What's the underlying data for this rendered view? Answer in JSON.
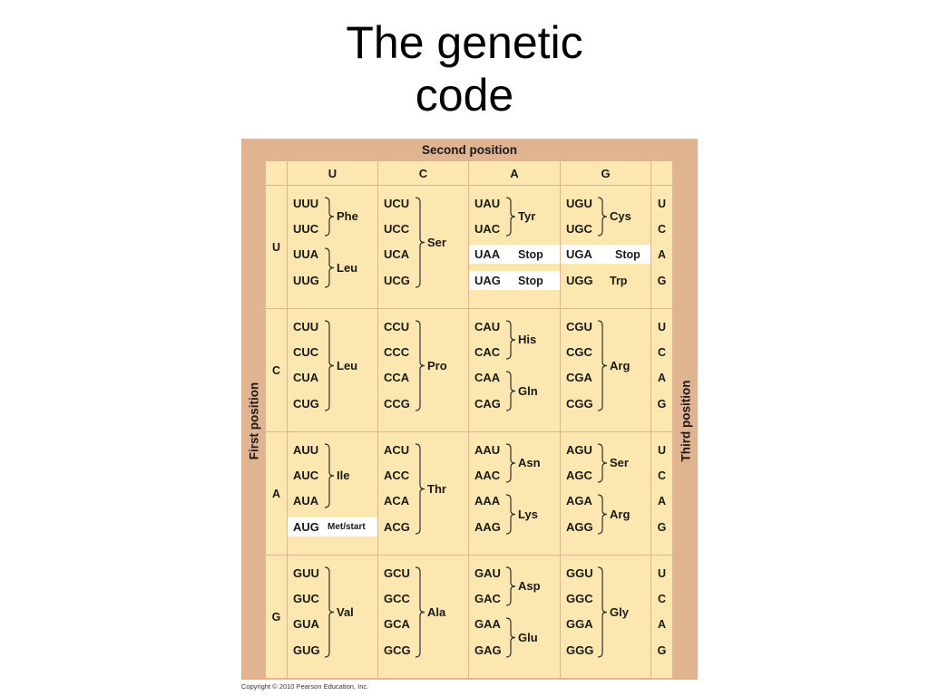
{
  "title": [
    "The genetic",
    "code"
  ],
  "second_position_label": "Second position",
  "first_position_label": "First position",
  "third_position_label": "Third position",
  "bases": [
    "U",
    "C",
    "A",
    "G"
  ],
  "copyright": "Copyright © 2010 Pearson Education, Inc.",
  "blocks": [
    [
      {
        "codons": [
          "UUU",
          "UUC",
          "UUA",
          "UUG"
        ],
        "groups": [
          {
            "rows": [
              0,
              1
            ],
            "aa": "Phe"
          },
          {
            "rows": [
              2,
              3
            ],
            "aa": "Leu"
          }
        ]
      },
      {
        "codons": [
          "UCU",
          "UCC",
          "UCA",
          "UCG"
        ],
        "groups": [
          {
            "rows": [
              0,
              3
            ],
            "aa": "Ser"
          }
        ]
      },
      {
        "codons": [
          "UAU",
          "UAC",
          "UAA",
          "UAG"
        ],
        "groups": [
          {
            "rows": [
              0,
              1
            ],
            "aa": "Tyr"
          }
        ],
        "singles": [
          {
            "row": 2,
            "aa": "Stop",
            "white": true
          },
          {
            "row": 3,
            "aa": "Stop",
            "white": true
          }
        ]
      },
      {
        "codons": [
          "UGU",
          "UGC",
          "UGA",
          "UGG"
        ],
        "groups": [
          {
            "rows": [
              0,
              1
            ],
            "aa": "Cys"
          }
        ],
        "singles": [
          {
            "row": 2,
            "aa": "Stop",
            "white": true
          },
          {
            "row": 3,
            "aa": "Trp",
            "white": false
          }
        ]
      }
    ],
    [
      {
        "codons": [
          "CUU",
          "CUC",
          "CUA",
          "CUG"
        ],
        "groups": [
          {
            "rows": [
              0,
              3
            ],
            "aa": "Leu"
          }
        ]
      },
      {
        "codons": [
          "CCU",
          "CCC",
          "CCA",
          "CCG"
        ],
        "groups": [
          {
            "rows": [
              0,
              3
            ],
            "aa": "Pro"
          }
        ]
      },
      {
        "codons": [
          "CAU",
          "CAC",
          "CAA",
          "CAG"
        ],
        "groups": [
          {
            "rows": [
              0,
              1
            ],
            "aa": "His"
          },
          {
            "rows": [
              2,
              3
            ],
            "aa": "Gln"
          }
        ]
      },
      {
        "codons": [
          "CGU",
          "CGC",
          "CGA",
          "CGG"
        ],
        "groups": [
          {
            "rows": [
              0,
              3
            ],
            "aa": "Arg"
          }
        ]
      }
    ],
    [
      {
        "codons": [
          "AUU",
          "AUC",
          "AUA",
          "AUG"
        ],
        "groups": [
          {
            "rows": [
              0,
              2
            ],
            "aa": "Ile"
          }
        ],
        "singles": [
          {
            "row": 3,
            "aa": "Met/start",
            "white": true,
            "start": true
          }
        ]
      },
      {
        "codons": [
          "ACU",
          "ACC",
          "ACA",
          "ACG"
        ],
        "groups": [
          {
            "rows": [
              0,
              3
            ],
            "aa": "Thr"
          }
        ]
      },
      {
        "codons": [
          "AAU",
          "AAC",
          "AAA",
          "AAG"
        ],
        "groups": [
          {
            "rows": [
              0,
              1
            ],
            "aa": "Asn"
          },
          {
            "rows": [
              2,
              3
            ],
            "aa": "Lys"
          }
        ]
      },
      {
        "codons": [
          "AGU",
          "AGC",
          "AGA",
          "AGG"
        ],
        "groups": [
          {
            "rows": [
              0,
              1
            ],
            "aa": "Ser"
          },
          {
            "rows": [
              2,
              3
            ],
            "aa": "Arg"
          }
        ]
      }
    ],
    [
      {
        "codons": [
          "GUU",
          "GUC",
          "GUA",
          "GUG"
        ],
        "groups": [
          {
            "rows": [
              0,
              3
            ],
            "aa": "Val"
          }
        ]
      },
      {
        "codons": [
          "GCU",
          "GCC",
          "GCA",
          "GCG"
        ],
        "groups": [
          {
            "rows": [
              0,
              3
            ],
            "aa": "Ala"
          }
        ]
      },
      {
        "codons": [
          "GAU",
          "GAC",
          "GAA",
          "GAG"
        ],
        "groups": [
          {
            "rows": [
              0,
              1
            ],
            "aa": "Asp"
          },
          {
            "rows": [
              2,
              3
            ],
            "aa": "Glu"
          }
        ]
      },
      {
        "codons": [
          "GGU",
          "GGC",
          "GGA",
          "GGG"
        ],
        "groups": [
          {
            "rows": [
              0,
              3
            ],
            "aa": "Gly"
          }
        ]
      }
    ]
  ]
}
